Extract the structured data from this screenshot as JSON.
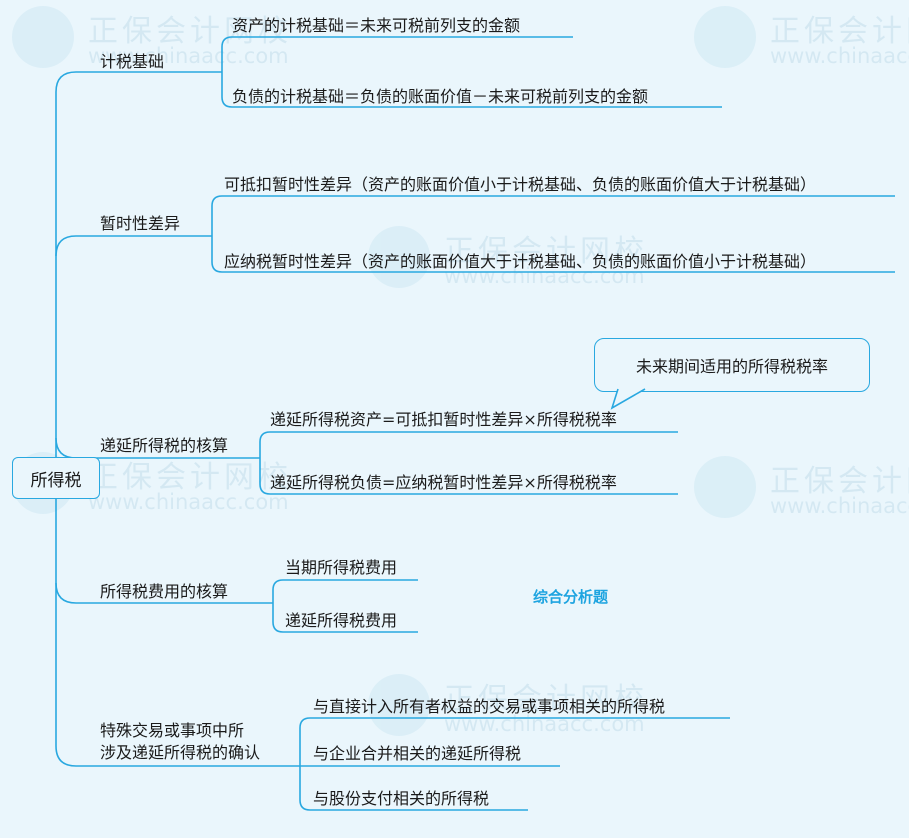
{
  "watermark": {
    "name": "正保会计网校",
    "url": "www.chinaacc.com"
  },
  "root": {
    "label": "所得税"
  },
  "branches": [
    {
      "label": "计税基础",
      "children": [
        "资产的计税基础＝未来可税前列支的金额",
        "负债的计税基础＝负债的账面价值－未来可税前列支的金额"
      ]
    },
    {
      "label": "暂时性差异",
      "children": [
        "可抵扣暂时性差异（资产的账面价值小于计税基础、负债的账面价值大于计税基础）",
        "应纳税暂时性差异（资产的账面价值大于计税基础、负债的账面价值小于计税基础）"
      ]
    },
    {
      "label": "递延所得税的核算",
      "children": [
        "递延所得税资产=可抵扣暂时性差异×所得税税率",
        "递延所得税负债=应纳税暂时性差异×所得税税率"
      ]
    },
    {
      "label": "所得税费用的核算",
      "children": [
        "当期所得税费用",
        "递延所得税费用"
      ]
    },
    {
      "label_lines": [
        "特殊交易或事项中所",
        "涉及递延所得税的确认"
      ],
      "children": [
        "与直接计入所有者权益的交易或事项相关的所得税",
        "与企业合并相关的递延所得税",
        "与股份支付相关的所得税"
      ]
    }
  ],
  "callout": {
    "text": "未来期间适用的所得税税率"
  },
  "tag": {
    "text": "综合分析题"
  },
  "colors": {
    "line": "#29a8e0",
    "background": "#eaf6fc",
    "tag": "#1ea4e0"
  }
}
